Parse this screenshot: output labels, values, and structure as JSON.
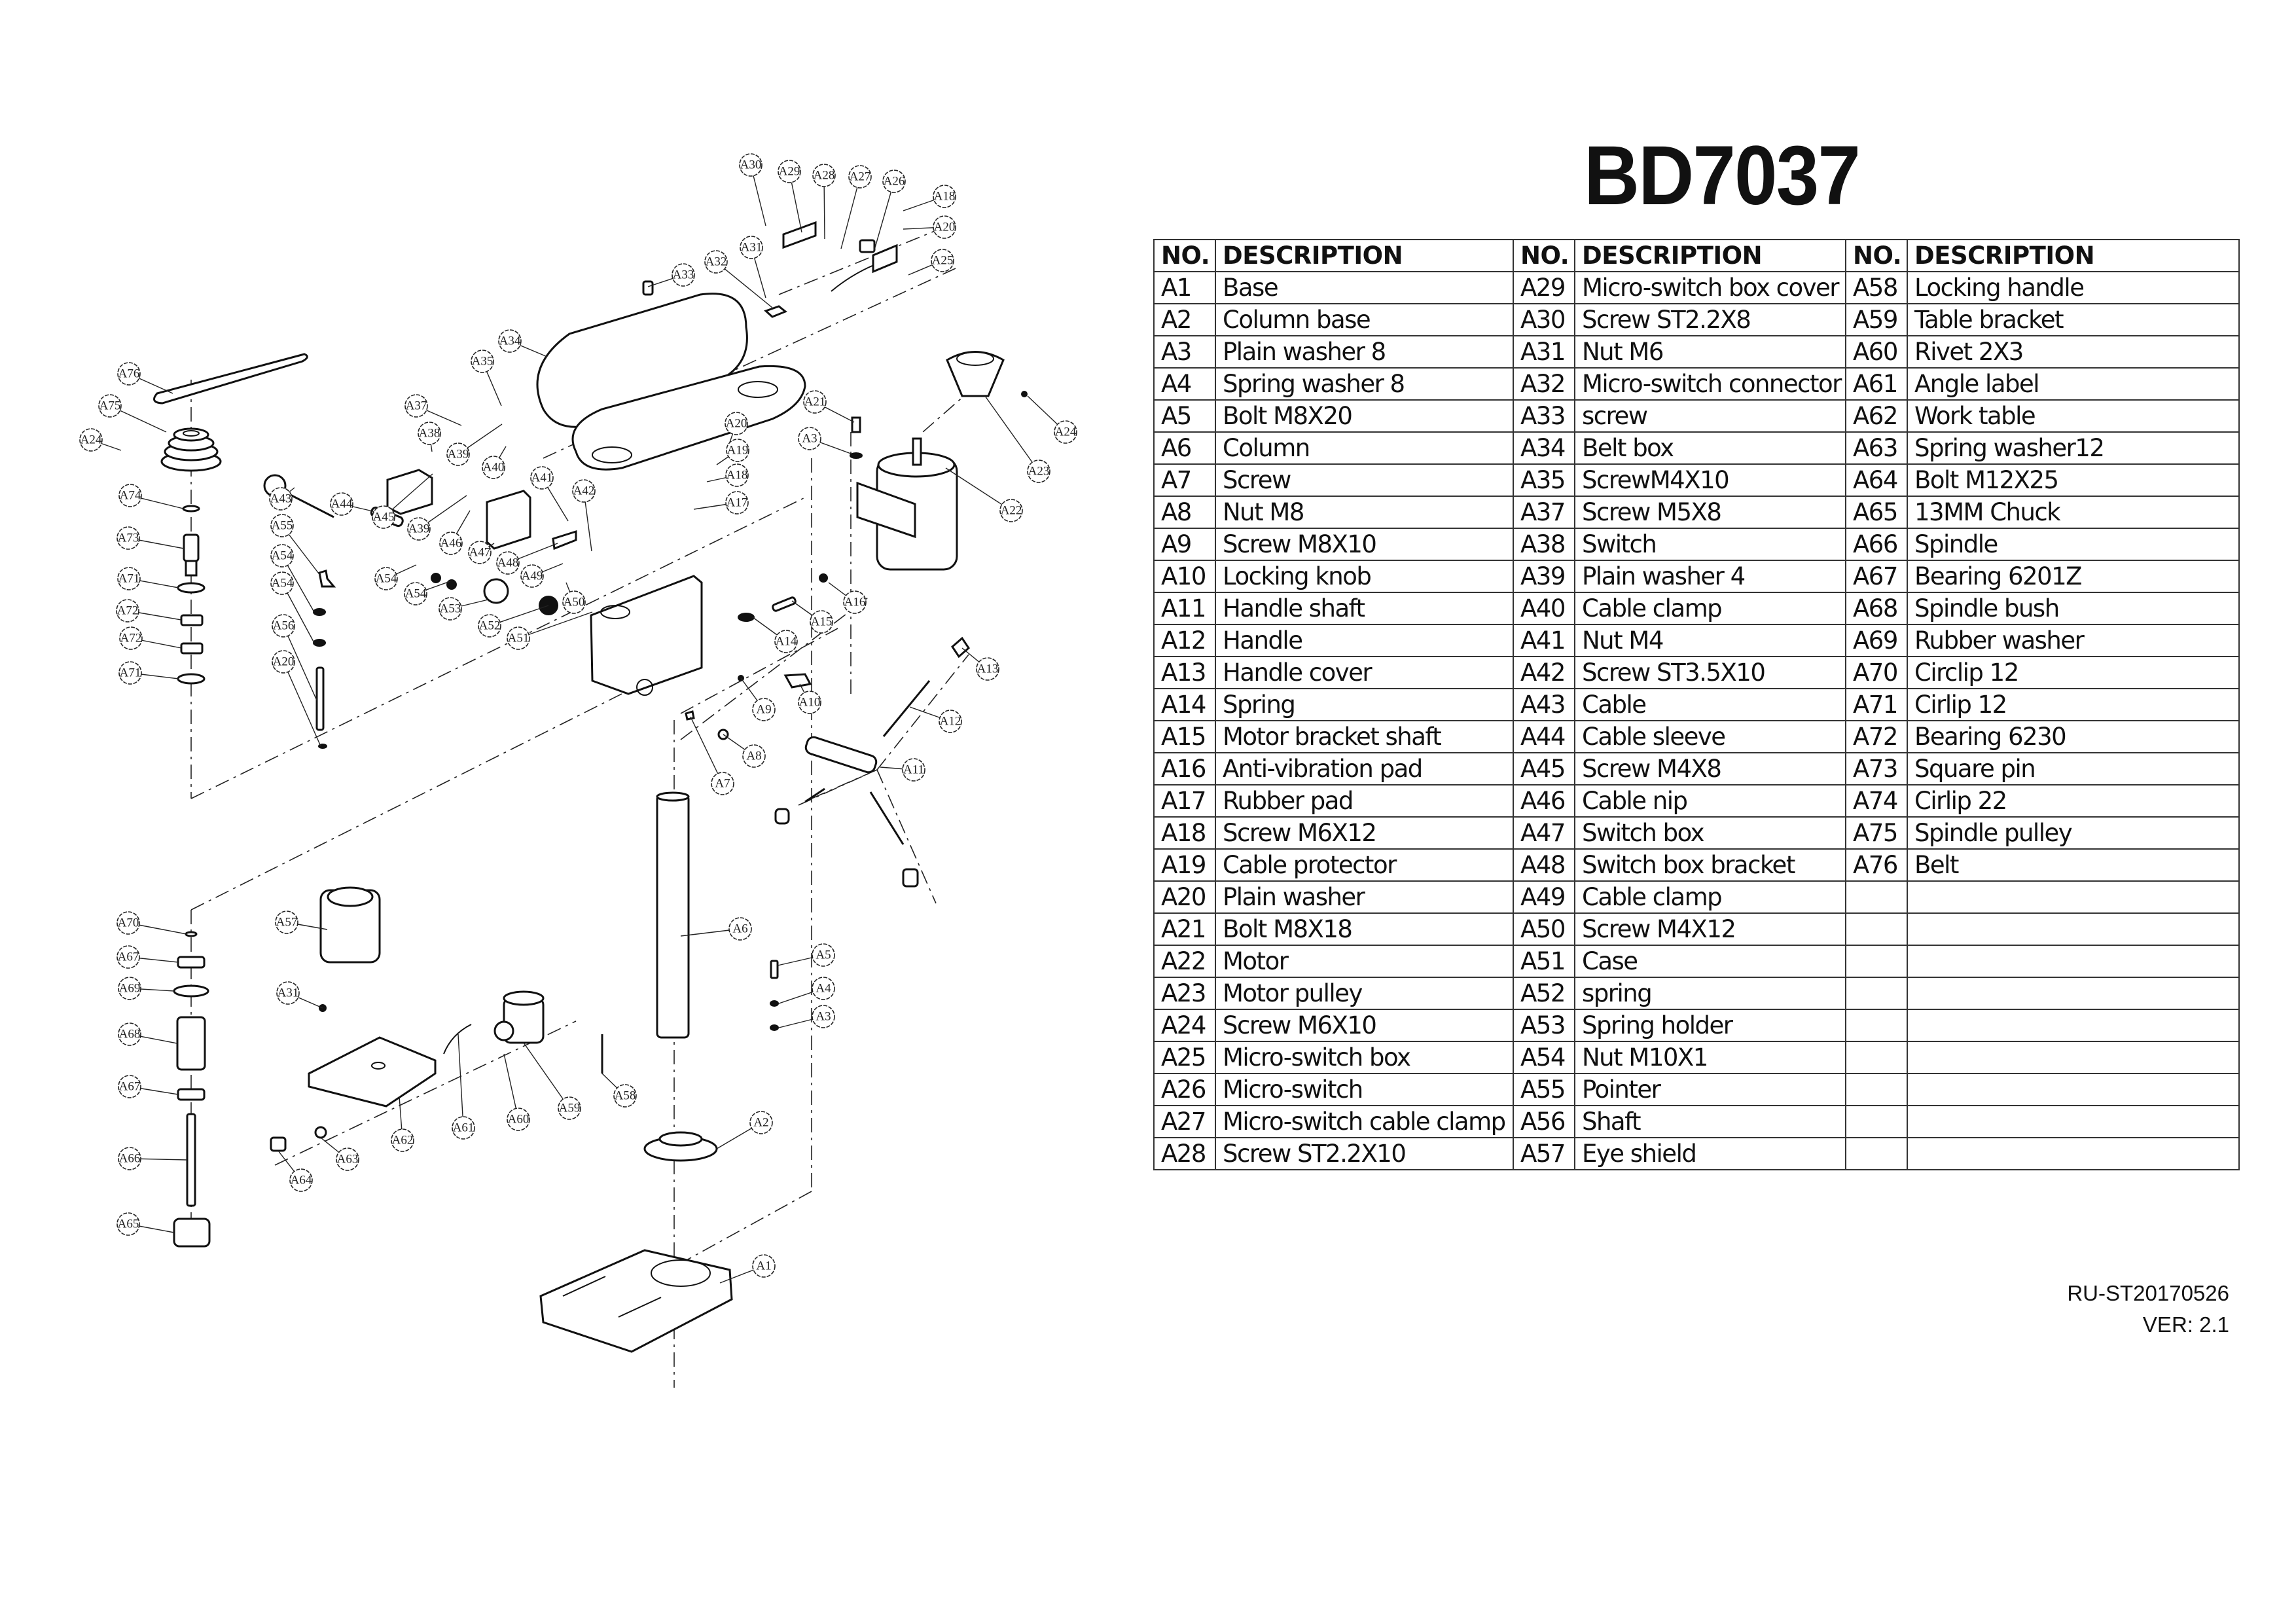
{
  "document": {
    "model": "BD7037",
    "reference": "RU-ST20170526",
    "version": "VER: 2.1"
  },
  "table": {
    "headers": {
      "no": "NO.",
      "description": "DESCRIPTION"
    },
    "rows": [
      [
        [
          "A1",
          "Base"
        ],
        [
          "A29",
          "Micro-switch box cover"
        ],
        [
          "A58",
          "Locking handle"
        ]
      ],
      [
        [
          "A2",
          "Column base"
        ],
        [
          "A30",
          "Screw ST2.2X8"
        ],
        [
          "A59",
          "Table bracket"
        ]
      ],
      [
        [
          "A3",
          "Plain washer 8"
        ],
        [
          "A31",
          "Nut M6"
        ],
        [
          "A60",
          "Rivet 2X3"
        ]
      ],
      [
        [
          "A4",
          "Spring washer 8"
        ],
        [
          "A32",
          "Micro-switch connector"
        ],
        [
          "A61",
          "Angle label"
        ]
      ],
      [
        [
          "A5",
          "Bolt M8X20"
        ],
        [
          "A33",
          "screw"
        ],
        [
          "A62",
          "Work table"
        ]
      ],
      [
        [
          "A6",
          "Column"
        ],
        [
          "A34",
          "Belt box"
        ],
        [
          "A63",
          "Spring washer12"
        ]
      ],
      [
        [
          "A7",
          "Screw"
        ],
        [
          "A35",
          "ScrewM4X10"
        ],
        [
          "A64",
          "Bolt M12X25"
        ]
      ],
      [
        [
          "A8",
          "Nut M8"
        ],
        [
          "A37",
          "Screw M5X8"
        ],
        [
          "A65",
          "13MM Chuck"
        ]
      ],
      [
        [
          "A9",
          "Screw M8X10"
        ],
        [
          "A38",
          "Switch"
        ],
        [
          "A66",
          "Spindle"
        ]
      ],
      [
        [
          "A10",
          "Locking knob"
        ],
        [
          "A39",
          "Plain washer 4"
        ],
        [
          "A67",
          "Bearing 6201Z"
        ]
      ],
      [
        [
          "A11",
          "Handle shaft"
        ],
        [
          "A40",
          "Cable clamp"
        ],
        [
          "A68",
          "Spindle bush"
        ]
      ],
      [
        [
          "A12",
          "Handle"
        ],
        [
          "A41",
          "Nut M4"
        ],
        [
          "A69",
          "Rubber washer"
        ]
      ],
      [
        [
          "A13",
          "Handle cover"
        ],
        [
          "A42",
          "Screw ST3.5X10"
        ],
        [
          "A70",
          "Circlip 12"
        ]
      ],
      [
        [
          "A14",
          "Spring"
        ],
        [
          "A43",
          "Cable"
        ],
        [
          "A71",
          "Cirlip 12"
        ]
      ],
      [
        [
          "A15",
          "Motor bracket shaft"
        ],
        [
          "A44",
          "Cable sleeve"
        ],
        [
          "A72",
          "Bearing 6230"
        ]
      ],
      [
        [
          "A16",
          "Anti-vibration pad"
        ],
        [
          "A45",
          "Screw M4X8"
        ],
        [
          "A73",
          "Square pin"
        ]
      ],
      [
        [
          "A17",
          "Rubber pad"
        ],
        [
          "A46",
          "Cable nip"
        ],
        [
          "A74",
          "Cirlip 22"
        ]
      ],
      [
        [
          "A18",
          "Screw M6X12"
        ],
        [
          "A47",
          "Switch box"
        ],
        [
          "A75",
          "Spindle pulley"
        ]
      ],
      [
        [
          "A19",
          "Cable protector"
        ],
        [
          "A48",
          "Switch box bracket"
        ],
        [
          "A76",
          "Belt"
        ]
      ],
      [
        [
          "A20",
          "Plain washer"
        ],
        [
          "A49",
          "Cable clamp"
        ],
        [
          "",
          ""
        ]
      ],
      [
        [
          "A21",
          "Bolt M8X18"
        ],
        [
          "A50",
          "Screw M4X12"
        ],
        [
          "",
          ""
        ]
      ],
      [
        [
          "A22",
          "Motor"
        ],
        [
          "A51",
          "Case"
        ],
        [
          "",
          ""
        ]
      ],
      [
        [
          "A23",
          "Motor pulley"
        ],
        [
          "A52",
          "spring"
        ],
        [
          "",
          ""
        ]
      ],
      [
        [
          "A24",
          "Screw M6X10"
        ],
        [
          "A53",
          "Spring holder"
        ],
        [
          "",
          ""
        ]
      ],
      [
        [
          "A25",
          "Micro-switch box"
        ],
        [
          "A54",
          "Nut M10X1"
        ],
        [
          "",
          ""
        ]
      ],
      [
        [
          "A26",
          "Micro-switch"
        ],
        [
          "A55",
          "Pointer"
        ],
        [
          "",
          ""
        ]
      ],
      [
        [
          "A27",
          "Micro-switch cable clamp"
        ],
        [
          "A56",
          "Shaft"
        ],
        [
          "",
          ""
        ]
      ],
      [
        [
          "A28",
          "Screw ST2.2X10"
        ],
        [
          "A57",
          "Eye shield"
        ],
        [
          "",
          ""
        ]
      ]
    ]
  },
  "diagram": {
    "callouts": [
      "A30",
      "A29",
      "A28",
      "A27",
      "A26",
      "A18",
      "A20",
      "A25",
      "A31",
      "A32",
      "A33",
      "A34",
      "A35",
      "A37",
      "A38",
      "A39",
      "A40",
      "A76",
      "A75",
      "A24",
      "A74",
      "A73",
      "A71",
      "A72",
      "A72",
      "A71",
      "A43",
      "A44",
      "A45",
      "A55",
      "A54",
      "A54",
      "A56",
      "A20",
      "A39",
      "A46",
      "A47",
      "A41",
      "A42",
      "A48",
      "A49",
      "A54",
      "A54",
      "A53",
      "A50",
      "A52",
      "A51",
      "A20",
      "A19",
      "A18",
      "A17",
      "A21",
      "A3",
      "A24",
      "A23",
      "A22",
      "A16",
      "A15",
      "A14",
      "A13",
      "A10",
      "A9",
      "A12",
      "A8",
      "A11",
      "A7",
      "A70",
      "A67",
      "A69",
      "A68",
      "A67",
      "A66",
      "A65",
      "A57",
      "A31",
      "A6",
      "A5",
      "A4",
      "A3",
      "A58",
      "A59",
      "A60",
      "A61",
      "A62",
      "A63",
      "A64",
      "A2",
      "A1"
    ]
  }
}
